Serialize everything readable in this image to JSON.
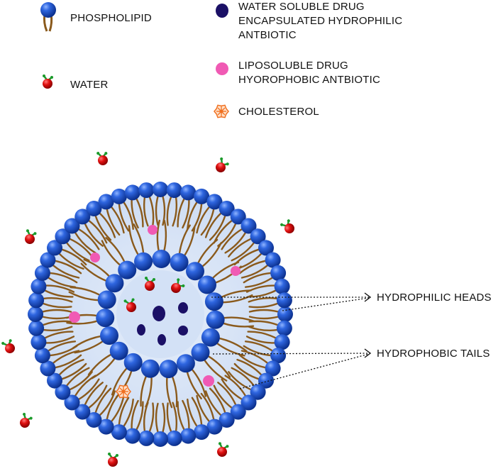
{
  "legend": {
    "phospholipid": "PHOSPHOLIPID",
    "water": "WATER",
    "water_soluble": [
      "WATER SOLUBLE DRUG",
      "ENCAPSULATED HYDROPHILIC",
      "ANTBIOTIC"
    ],
    "liposoluble": [
      "LIPOSOLUBLE DRUG",
      "HYOROPHOBIC  ANTBIOTIC"
    ],
    "cholesterol": "CHOLESTEROL"
  },
  "callouts": {
    "heads": "HYDROPHILIC HEADS",
    "tails": "HYDROPHOBIC TAILS"
  },
  "colors": {
    "head": "#1d4fc4",
    "tail": "#8a5a1c",
    "water": "#e01010",
    "hydrogen": "#1a9a2a",
    "hydrophilic_drug": "#1b1066",
    "hydrophobic_drug": "#f05ab4",
    "cholesterol": "#f07020",
    "interior": "#dce8f8"
  }
}
